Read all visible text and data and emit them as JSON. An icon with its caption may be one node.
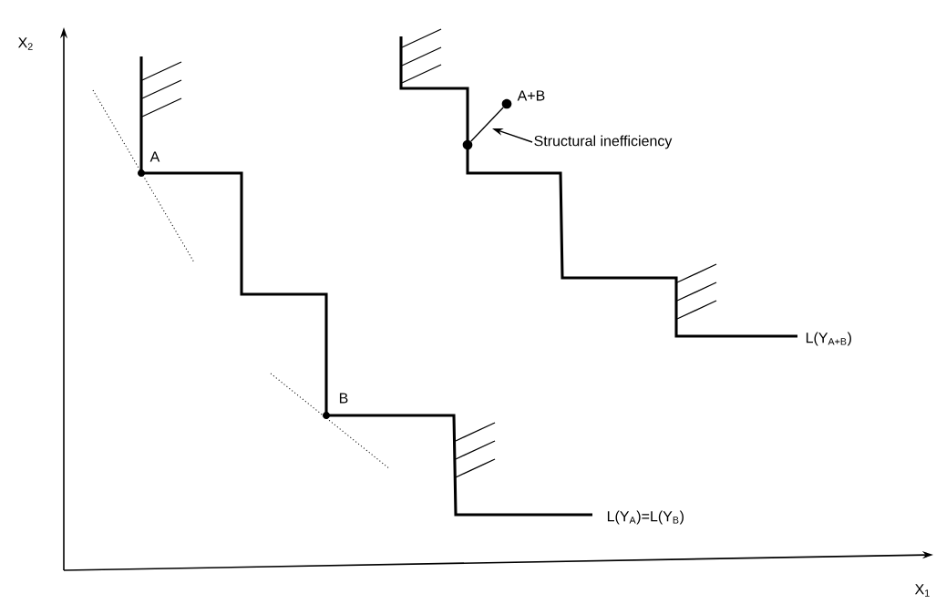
{
  "diagram": {
    "nodes": [
      {
        "text": [
          "Structural inefficiency"
        ]
      },
      {
        "text": [],
        "shape": "circle"
      },
      {
        "text": [],
        "shape": "circle",
        "beside": [
          "A+B"
        ]
      }
    ],
    "edges": [
      {
        "from": 0,
        "to": null,
        "arrow": "to"
      },
      {
        "from": 1,
        "to": 2,
        "arrow": "none"
      }
    ],
    "labels": [
      "X$_{2}$",
      "A",
      "B",
      "L(Y$_{A+B}$)",
      "L(Y$_{A}$)=L(Y$_{B}$)",
      "X$_{1}$"
    ]
  }
}
